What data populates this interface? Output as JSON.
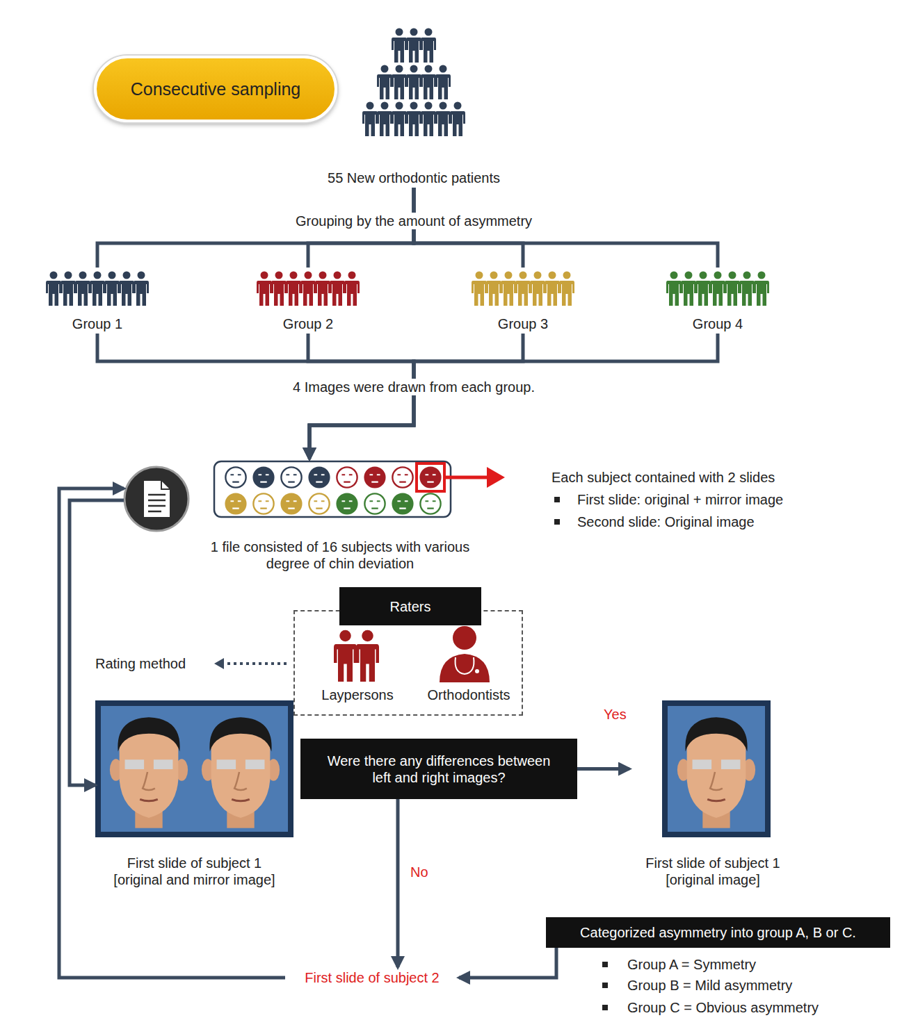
{
  "diagram": {
    "nodes": [
      {
        "text": [
          "Consecutive sampling"
        ]
      },
      {
        "text": [
          "55 New orthodontic patients"
        ]
      },
      {
        "text": [
          "Group 1"
        ]
      },
      {
        "text": [
          "Group 2"
        ]
      },
      {
        "text": [
          "Group 3"
        ]
      },
      {
        "text": [
          "Group 4"
        ]
      },
      {
        "text": [
          "1 file consisted of 16 subjects with various degree of chin deviation"
        ]
      },
      {
        "text": [
          "Laypersons",
          "Orthodontists"
        ]
      },
      {
        "text": [
          "Raters"
        ],
        "in": 7
      },
      {
        "text": [
          "First slide of subject 1 [original and mirror image]"
        ]
      },
      {
        "text": [
          "Were there any differences between left and right images?"
        ]
      },
      {
        "text": [
          "First slide of subject 1 [original image]"
        ]
      },
      {
        "text": [
          "Categorized asymmetry into group A, B or C."
        ]
      },
      {
        "text": [
          "First slide of subject 2"
        ]
      }
    ],
    "edges": [
      {
        "from": 1,
        "to": 2,
        "arrow": "none"
      },
      {
        "from": 1,
        "to": 3,
        "arrow": "none"
      },
      {
        "from": 1,
        "to": 4,
        "arrow": "none"
      },
      {
        "from": 1,
        "to": 5,
        "arrow": "none"
      },
      {
        "from": 2,
        "to": 6,
        "arrow": "to"
      },
      {
        "from": 3,
        "to": 6,
        "arrow": "to"
      },
      {
        "from": 4,
        "to": 6,
        "arrow": "to"
      },
      {
        "from": 5,
        "to": 6,
        "arrow": "to"
      },
      {
        "from": 10,
        "to": 11,
        "label": "Yes",
        "arrow": "to"
      },
      {
        "from": 10,
        "to": 13,
        "label": "No",
        "arrow": "to"
      },
      {
        "from": 12,
        "to": 13,
        "arrow": "to"
      },
      {
        "from": 13,
        "to": 6,
        "arrow": "to"
      },
      {
        "from": 6,
        "to": 9,
        "arrow": "to"
      }
    ],
    "labels": [
      "Grouping by the amount of asymmetry",
      "4 Images were drawn from each group.",
      "Each subject contained with 2 slides",
      "First slide: original + mirror image",
      "Second slide: Original image",
      "Rating method",
      "Group A = Symmetry",
      "Group B = Mild asymmetry",
      "Group C = Obvious asymmetry"
    ]
  }
}
